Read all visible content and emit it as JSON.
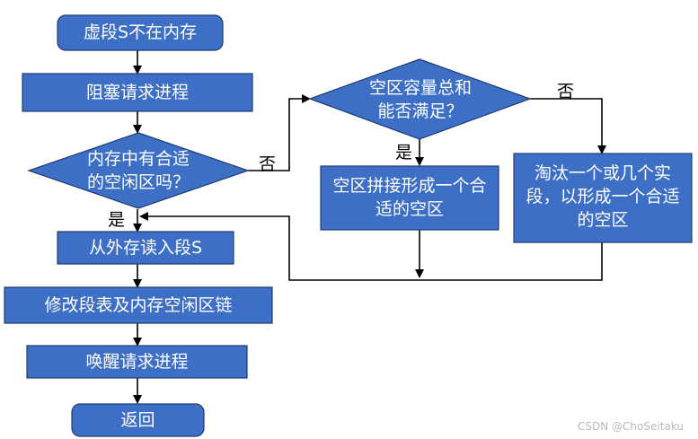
{
  "nodes": {
    "not_in_memory": "虚段S不在内存",
    "block_process": "阻塞请求进程",
    "fit_question": "内存中有合适的空闲区吗？",
    "capacity_question": "空区容量总和能否满足？",
    "compact_free": "空区拼接形成一个合适的空区",
    "evict_segments": "淘汰一个或几个实段，以形成一个合适的空区",
    "read_segment": "从外存读入段S",
    "modify_tables": "修改段表及内存空闲区链",
    "wake_process": "唤醒请求进程",
    "return": "返回"
  },
  "branch_labels": {
    "fit_no": "否",
    "fit_yes": "是",
    "capacity_no": "否",
    "capacity_yes": "是"
  },
  "watermark": "CSDN @ChoSeitaku"
}
